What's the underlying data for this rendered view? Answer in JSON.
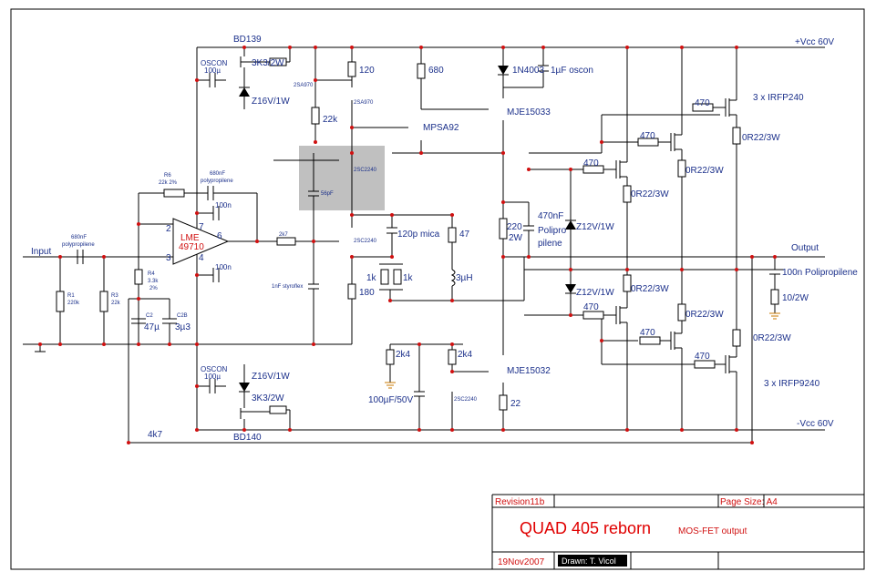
{
  "title_block": {
    "revision": "Revision11b",
    "page_size": "Page Size: A4",
    "title": "QUAD 405 reborn",
    "subtitle": "MOS-FET output",
    "date": "19Nov2007",
    "drawn": "Drawn: T. Vicol"
  },
  "rails": {
    "pos": "+Vcc 60V",
    "neg": "-Vcc 60V"
  },
  "io": {
    "input": "Input",
    "output": "Output"
  },
  "opamp": {
    "name": "LME",
    "part": "49710",
    "pin2": "2",
    "pin3": "3",
    "pin4": "4",
    "pin6": "6",
    "pin7": "7"
  },
  "labels": {
    "bd139": "BD139",
    "bd140": "BD140",
    "oscon_top": "OSCON",
    "oscon_top_v": "100µ",
    "oscon_bot": "OSCON",
    "oscon_bot_v": "100µ",
    "r3k3_top": "3K3/2W",
    "r3k3_bot": "3K3/2W",
    "z16_top": "Z16V/1W",
    "z16_bot": "Z16V/1W",
    "q2sa970a": "2SA970",
    "q2sa970b": "2SA970",
    "r120": "120",
    "r22k": "22k",
    "r680": "680",
    "d1n4003": "1N4003",
    "c1u": "1µF oscon",
    "mje15033": "MJE15033",
    "mpsa92": "MPSA92",
    "q2sc2240a": "2SC2240",
    "c56p": "56pF",
    "r6": "R6",
    "r6v": "22k 2%",
    "c680a": "680nF",
    "c680a_t": "polypropilene",
    "c100n_a": "100n",
    "c100n_b": "100n",
    "r2k7": "2k7",
    "q2sc2240b": "2SC2240",
    "c1n": "1nF styroflex",
    "r180": "180",
    "c120p": "120p mica",
    "r47": "47",
    "r1k_a": "1k",
    "r1k_b": "1k",
    "l3u": "3µH",
    "r220": "220",
    "r220w": "2W",
    "c470n": "470nF",
    "c470n_t1": "Polipro",
    "c470n_t2": "pilene",
    "z12_a": "Z12V/1W",
    "z12_b": "Z12V/1W",
    "irfp240": "3 x IRFP240",
    "irfp9240": "3 x IRFP9240",
    "r470_1": "470",
    "r470_2": "470",
    "r470_3": "470",
    "r470_4": "470",
    "r470_5": "470",
    "r470_6": "470",
    "r0r22_1": "0R22/3W",
    "r0r22_2": "0R22/3W",
    "r0r22_3": "0R22/3W",
    "r0r22_4": "0R22/3W",
    "r0r22_5": "0R22/3W",
    "r0r22_6": "0R22/3W",
    "c680b": "680nF",
    "c680b_t": "polypropilene",
    "r1": "R1",
    "r1v": "220k",
    "r3": "R3",
    "r3v": "22k",
    "r4": "R4",
    "r4v1": "3.3k",
    "r4v2": "2%",
    "c2": "C2",
    "c2v": "47µ",
    "c2b": "C2B",
    "c2bv": "3µ3",
    "r2k4_a": "2k4",
    "r2k4_b": "2k4",
    "c100u50": "100µF/50V",
    "q2sc2240c": "2SC2240",
    "mje15032": "MJE15032",
    "r22": "22",
    "c100npoly": "100n Polipropilene",
    "r10": "10/2W",
    "r4k7": "4k7"
  }
}
